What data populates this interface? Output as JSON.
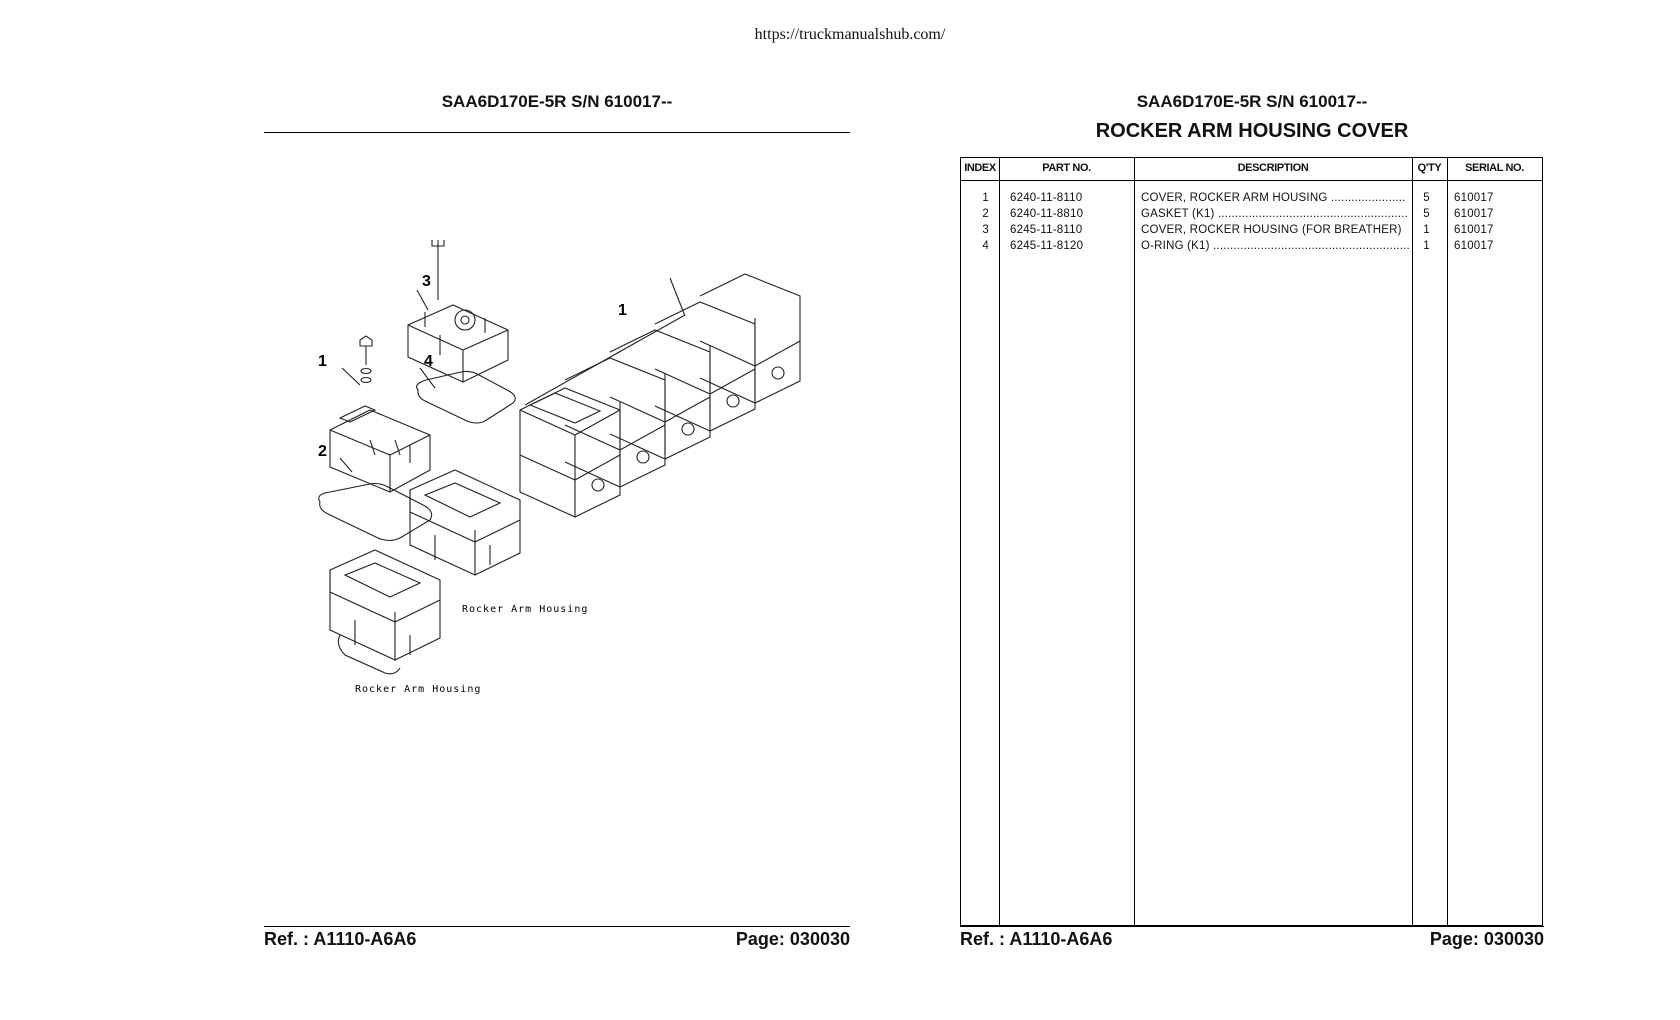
{
  "header": {
    "url": "https://truckmanualshub.com/"
  },
  "left_page": {
    "title": "SAA6D170E-5R S/N 610017--",
    "callouts": [
      "1",
      "2",
      "3",
      "4",
      "1"
    ],
    "labels": {
      "housing_a": "Rocker Arm Housing",
      "housing_b": "Rocker Arm Housing"
    },
    "ref": "Ref. : A1110-A6A6",
    "page": "Page: 030030"
  },
  "right_page": {
    "title": "SAA6D170E-5R S/N 610017--",
    "subtitle": "ROCKER ARM HOUSING COVER",
    "table": {
      "headers": {
        "index": "INDEX",
        "part_no": "PART NO.",
        "description": "DESCRIPTION",
        "qty": "Q'TY",
        "serial_no": "SERIAL NO."
      },
      "rows": [
        {
          "index": "1",
          "part_no": "6240-11-8110",
          "description": "COVER, ROCKER ARM HOUSING ......................",
          "qty": "5",
          "serial_no": "610017"
        },
        {
          "index": "2",
          "part_no": "6240-11-8810",
          "description": "GASKET (K1) ........................................................",
          "qty": "5",
          "serial_no": "610017"
        },
        {
          "index": "3",
          "part_no": "6245-11-8110",
          "description": "COVER, ROCKER HOUSING (FOR BREATHER)",
          "qty": "1",
          "serial_no": "610017"
        },
        {
          "index": "4",
          "part_no": "6245-11-8120",
          "description": "O-RING (K1) ..............................................................",
          "qty": "1",
          "serial_no": "610017"
        }
      ]
    },
    "ref": "Ref. : A1110-A6A6",
    "page": "Page: 030030"
  }
}
